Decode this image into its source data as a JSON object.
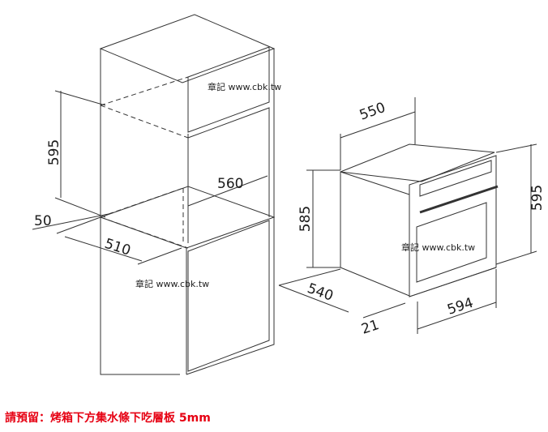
{
  "dimensions": {
    "cabinet_opening_height": "595",
    "cabinet_gap": "50",
    "cabinet_depth": "510",
    "cabinet_width": "560",
    "oven_depth_top": "550",
    "oven_body_height": "585",
    "oven_front_height": "595",
    "oven_depth": "540",
    "oven_width": "594",
    "oven_front_thickness": "21"
  },
  "watermarks": {
    "top": "章記 www.cbk.tw",
    "middle": "章記 www.cbk.tw",
    "left": "章記 www.cbk.tw"
  },
  "note": "請預留：烤箱下方集水條下吃層板 5mm",
  "colors": {
    "line": "#222222",
    "note": "#e60012"
  }
}
